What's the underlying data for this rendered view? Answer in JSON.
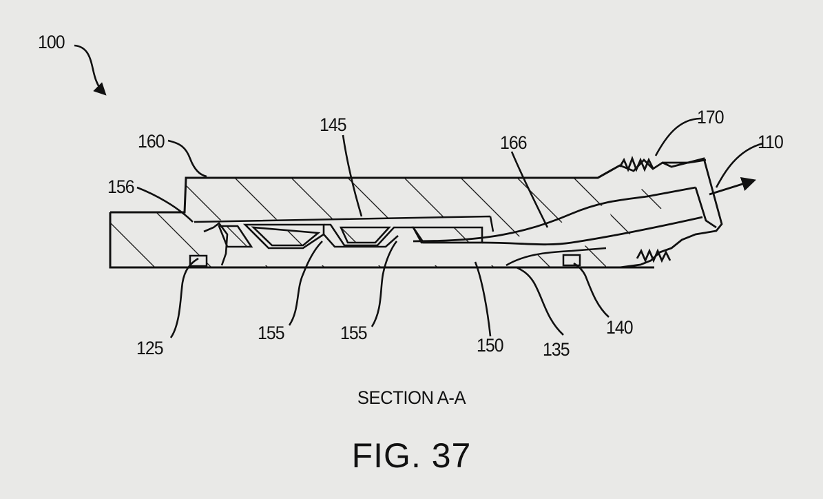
{
  "figure": {
    "caption": "FIG. 37",
    "section_label": "SECTION A-A"
  },
  "reference_numerals": {
    "r100": "100",
    "r160": "160",
    "r145": "145",
    "r166": "166",
    "r170": "170",
    "r110": "110",
    "r156": "156",
    "r125": "125",
    "r155a": "155",
    "r155b": "155",
    "r150": "150",
    "r135": "135",
    "r140": "140"
  },
  "colors": {
    "background": "#e9e9e7",
    "ink": "#111111"
  }
}
